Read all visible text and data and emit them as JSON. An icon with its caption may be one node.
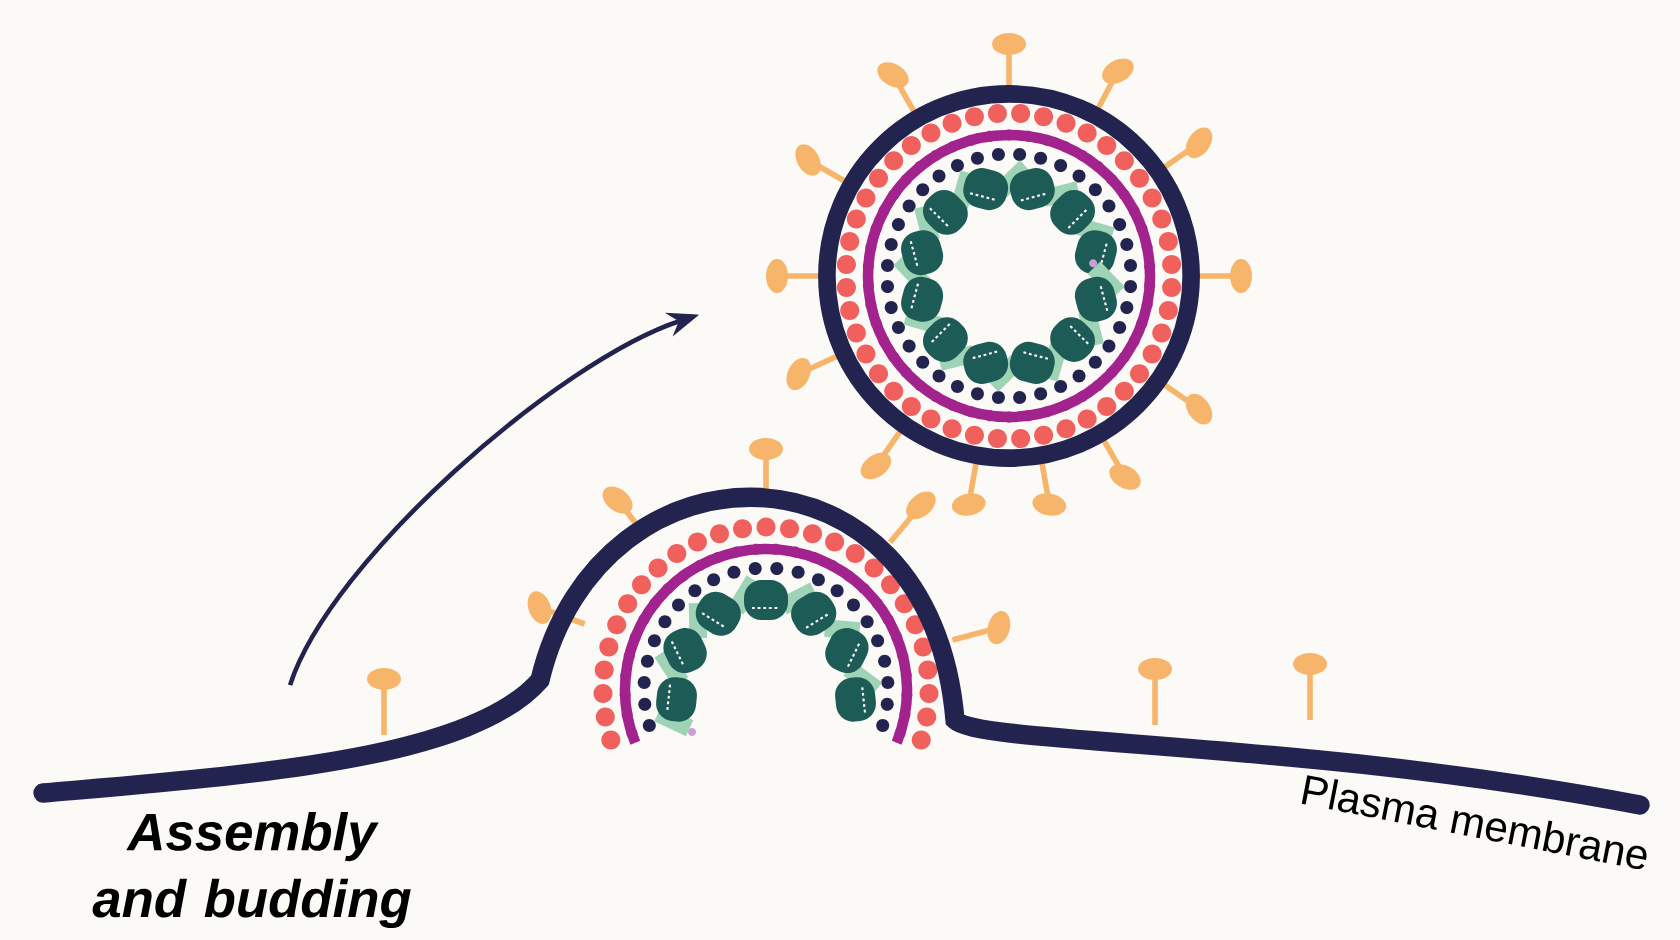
{
  "diagram": {
    "nodes": [
      {
        "text": [
          "Assembly and budding"
        ]
      },
      {
        "text": [],
        "shape": "picture"
      }
    ],
    "edges": [
      {
        "from": 0,
        "to": 1,
        "arrow": "to"
      }
    ],
    "labels": [
      "Plasma membrane"
    ]
  }
}
